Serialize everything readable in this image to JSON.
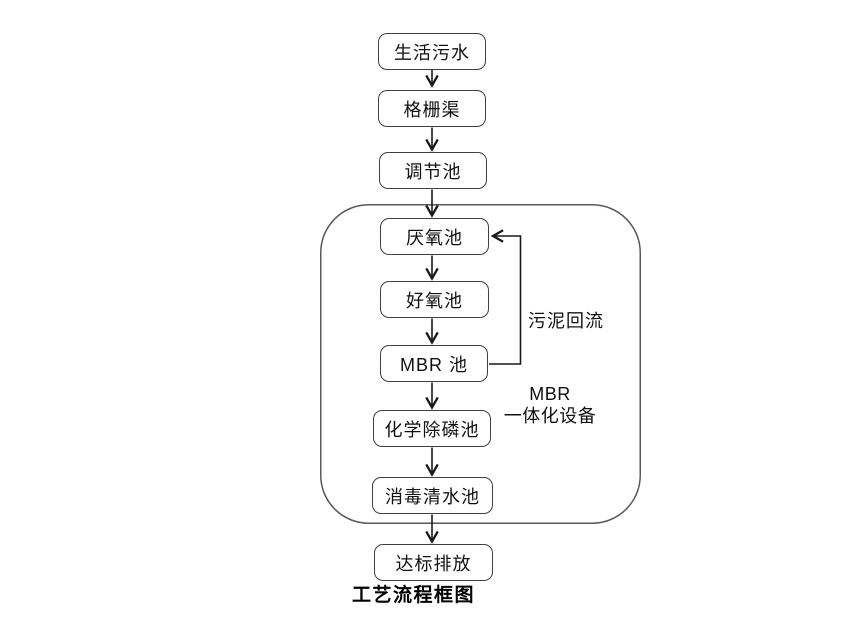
{
  "title_caption": "工艺流程框图",
  "flow": {
    "nodes": [
      {
        "label": "生活污水"
      },
      {
        "label": "格栅渠"
      },
      {
        "label": "调节池"
      },
      {
        "label": "厌氧池"
      },
      {
        "label": "好氧池"
      },
      {
        "label": "MBR 池"
      },
      {
        "label": "化学除磷池"
      },
      {
        "label": "消毒清水池"
      },
      {
        "label": "达标排放"
      }
    ],
    "edges": [
      {
        "from": "生活污水",
        "to": "格栅渠"
      },
      {
        "from": "格栅渠",
        "to": "调节池"
      },
      {
        "from": "调节池",
        "to": "厌氧池"
      },
      {
        "from": "厌氧池",
        "to": "好氧池"
      },
      {
        "from": "好氧池",
        "to": "MBR 池"
      },
      {
        "from": "MBR 池",
        "to": "化学除磷池"
      },
      {
        "from": "化学除磷池",
        "to": "消毒清水池"
      },
      {
        "from": "消毒清水池",
        "to": "达标排放"
      },
      {
        "from": "MBR 池",
        "to": "厌氧池",
        "label": "污泥回流"
      }
    ],
    "feedback_label": "污泥回流",
    "group": {
      "label_line1": "MBR",
      "label_line2": "一体化设备",
      "members": [
        "厌氧池",
        "好氧池",
        "MBR 池",
        "化学除磷池",
        "消毒清水池"
      ]
    }
  },
  "colors": {
    "background": "#ffffff",
    "box_border": "#404040",
    "container_border": "#595959",
    "arrow": "#1a1a1a",
    "text": "#111111"
  }
}
